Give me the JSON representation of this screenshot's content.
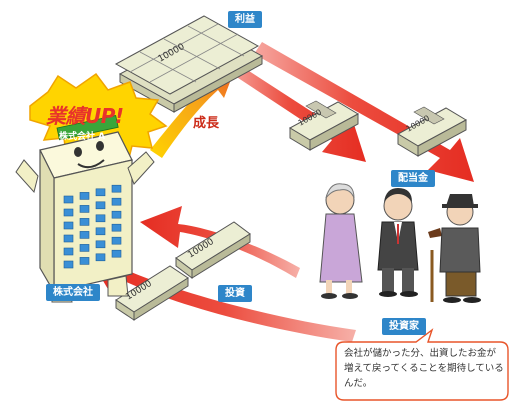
{
  "labels": {
    "profit": "利益",
    "dividend": "配当金",
    "company": "株式会社",
    "investment": "投資",
    "investor": "投資家"
  },
  "company_sign": "株式会社 A",
  "headline": "業績UP!",
  "growth": "成長",
  "bill_text": "10000",
  "speech_bubble": "会社が儲かった分、出資したお金が増えて戻ってくることを期待しているんだ。",
  "colors": {
    "arrow_red": "#e52d22",
    "label_blue": "#2e86c9",
    "burst_yellow": "#ffd400",
    "building": "#f2f0c6",
    "money": "#e9ead0"
  }
}
